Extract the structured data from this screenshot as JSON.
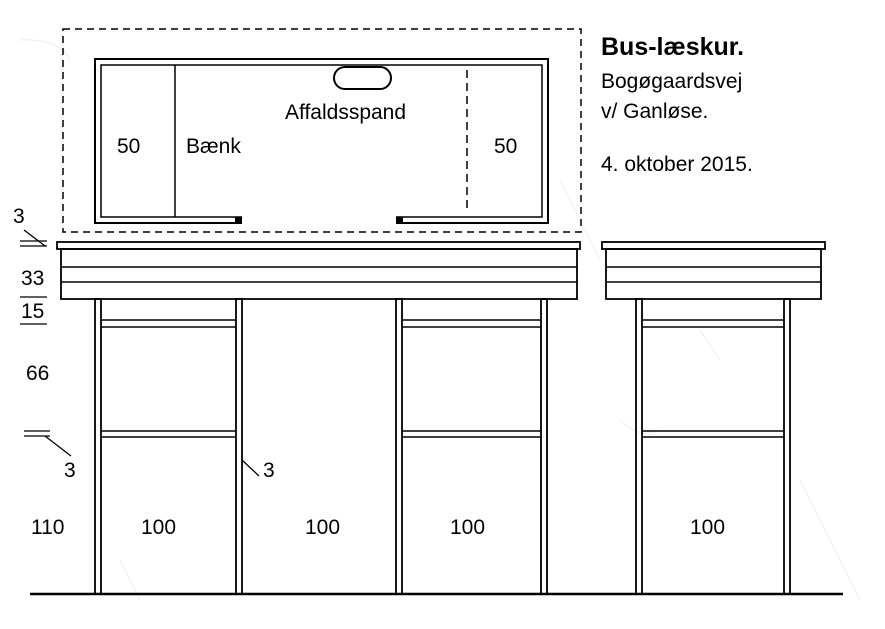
{
  "title": "Bus-læskur.",
  "address_line1": "Bogøgaardsvej",
  "address_line2": "v/ Ganløse.",
  "date": "4. oktober 2015.",
  "plan_labels": {
    "left_width": "50",
    "bench": "Bænk",
    "bin": "Affaldsspand",
    "right_width": "50"
  },
  "height_dims": {
    "top_trim": "3",
    "fascia": "33",
    "lower_band": "15",
    "upper_panel": "66",
    "rail": "3",
    "post": "3",
    "lower_height": "110"
  },
  "bay_widths": [
    "100",
    "100",
    "100",
    "100"
  ],
  "colors": {
    "ink": "#000000",
    "paper": "#ffffff"
  }
}
